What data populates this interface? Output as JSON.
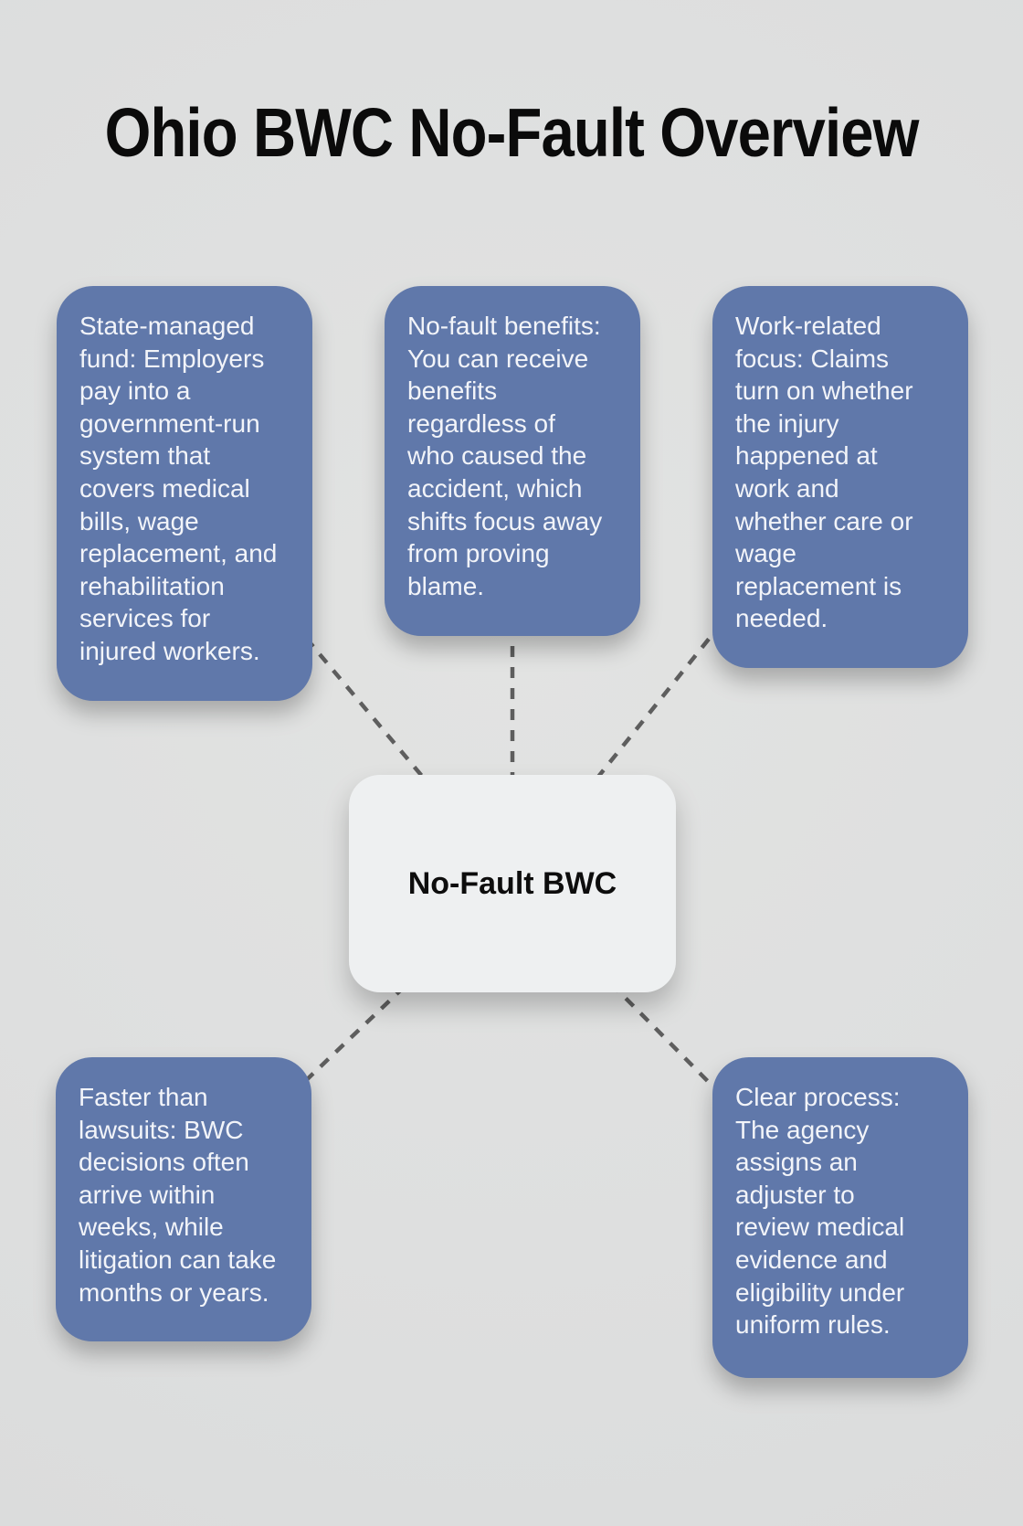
{
  "title": "Ohio BWC No-Fault Overview",
  "center_node": {
    "label": "No-Fault BWC"
  },
  "factors": [
    {
      "id": "state-managed-fund",
      "position": "top-left",
      "text": "State-managed\nfund: Employers\npay into a\ngovernment-run\nsystem that\ncovers medical\nbills, wage\nreplacement, and\nrehabilitation\nservices for\ninjured workers."
    },
    {
      "id": "no-fault-benefits",
      "position": "top-center",
      "text": "No-fault benefits:\nYou can receive\nbenefits\nregardless of\nwho caused the\naccident, which\nshifts focus away\nfrom proving\nblame."
    },
    {
      "id": "work-related-focus",
      "position": "top-right",
      "text": "Work-related\nfocus: Claims\nturn on whether\nthe injury\nhappened at\nwork and\nwhether care or\nwage\nreplacement is\nneeded."
    },
    {
      "id": "faster-than-lawsuits",
      "position": "bottom-left",
      "text": "Faster than\nlawsuits: BWC\ndecisions often\narrive within\nweeks, while\nlitigation can take\nmonths or years."
    },
    {
      "id": "clear-process",
      "position": "bottom-right",
      "text": "Clear process:\nThe agency\nassigns an\nadjuster to\nreview medical\nevidence and\neligibility under\nuniform rules."
    }
  ],
  "colors": {
    "background": "#dedfdf",
    "card_background": "#6078aa",
    "card_text": "#f2f4f9",
    "center_background": "#eef0f1",
    "center_text": "#0d0d0d",
    "connector": "#5e5e5e",
    "title_text": "#0b0b0b"
  }
}
